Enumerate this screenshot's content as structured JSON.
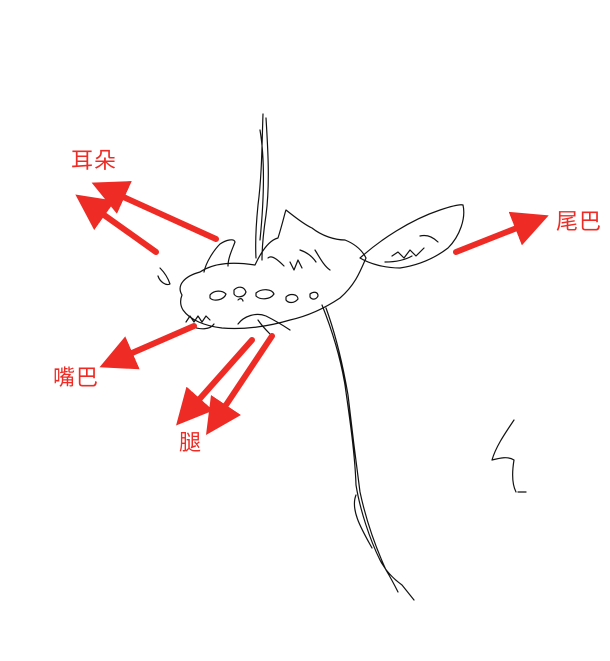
{
  "labels": {
    "ear": "耳朵",
    "tail": "尾巴",
    "mouth": "嘴巴",
    "leg": "腿"
  },
  "colors": {
    "arrow": "#ee2b24",
    "stroke": "#111111",
    "background": "#ffffff"
  }
}
